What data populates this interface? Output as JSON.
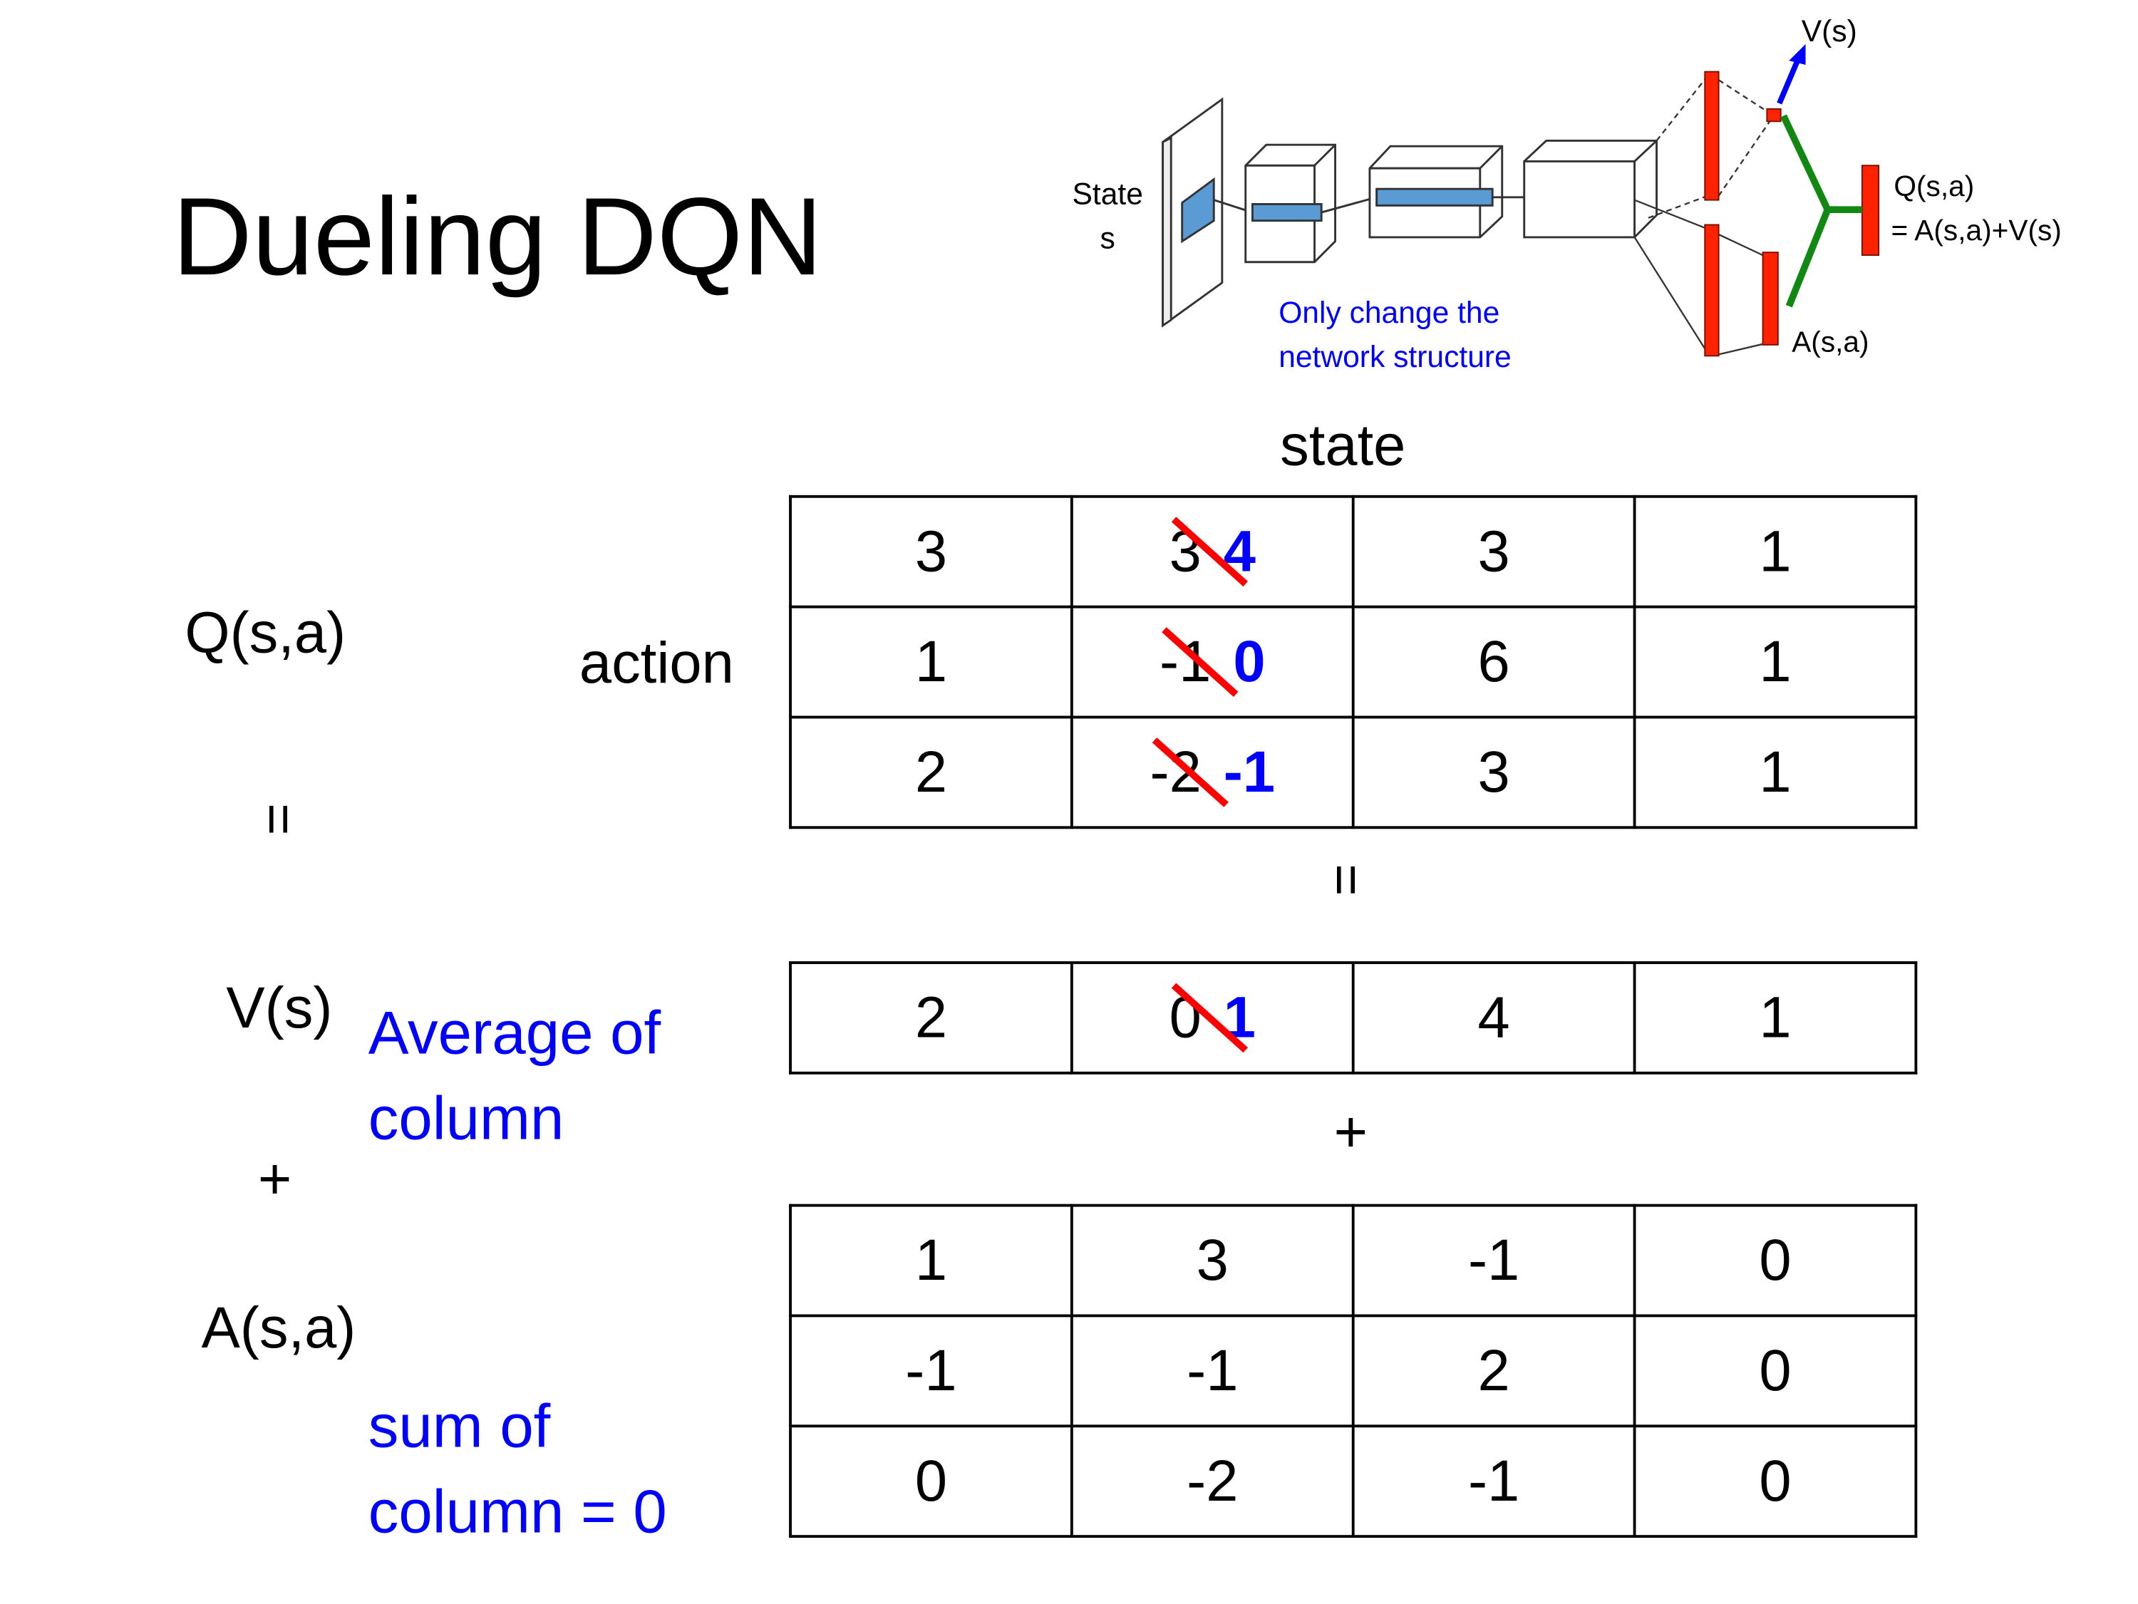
{
  "title": "Dueling DQN",
  "diagram": {
    "state_label": "State",
    "state_symbol": "s",
    "value_label": "V(s)",
    "q_label": "Q(s,a)",
    "q_formula": "= A(s,a)+V(s)",
    "advantage_label": "A(s,a)",
    "note_line1": "Only change the",
    "note_line2": "network structure",
    "colors": {
      "layer_blue": "#5b9bd5",
      "fc_red": "#ff2200",
      "merge_green": "#118811",
      "value_arrow": "#0000ff",
      "note": "#0000ff"
    }
  },
  "labels": {
    "state": "state",
    "action": "action",
    "q": "Q(s,a)",
    "equals": "=",
    "v": "V(s)",
    "plus": "+",
    "a": "A(s,a)",
    "v_note_line1": "Average of",
    "v_note_line2": "column",
    "a_note_line1": "sum of",
    "a_note_line2": "column = 0"
  },
  "q_table": [
    [
      {
        "v": "3"
      },
      {
        "old": "3",
        "new": "4"
      },
      {
        "v": "3"
      },
      {
        "v": "1"
      }
    ],
    [
      {
        "v": "1"
      },
      {
        "old": "-1",
        "new": "0"
      },
      {
        "v": "6"
      },
      {
        "v": "1"
      }
    ],
    [
      {
        "v": "2"
      },
      {
        "old": "-2",
        "new": "-1"
      },
      {
        "v": "3"
      },
      {
        "v": "1"
      }
    ]
  ],
  "v_table": [
    [
      {
        "v": "2"
      },
      {
        "old": "0",
        "new": "1"
      },
      {
        "v": "4"
      },
      {
        "v": "1"
      }
    ]
  ],
  "a_table": [
    [
      {
        "v": "1"
      },
      {
        "v": "3"
      },
      {
        "v": "-1"
      },
      {
        "v": "0"
      }
    ],
    [
      {
        "v": "-1"
      },
      {
        "v": "-1"
      },
      {
        "v": "2"
      },
      {
        "v": "0"
      }
    ],
    [
      {
        "v": "0"
      },
      {
        "v": "-2"
      },
      {
        "v": "-1"
      },
      {
        "v": "0"
      }
    ]
  ]
}
